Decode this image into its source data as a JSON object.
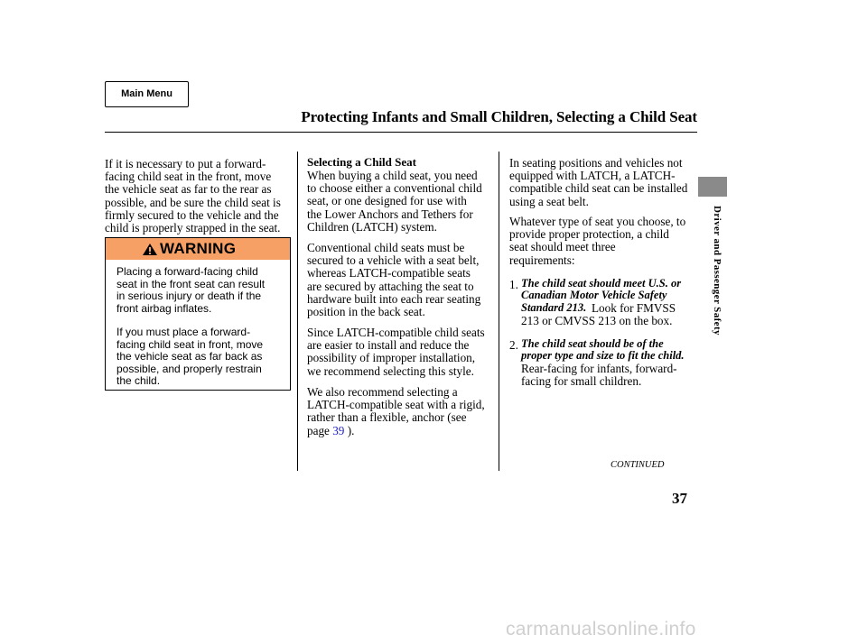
{
  "nav": {
    "main_menu_label": "Main Menu"
  },
  "header": {
    "title": "Protecting Infants and Small Children, Selecting a Child Seat"
  },
  "left_column": {
    "intro": "If it is necessary to put a forward-\nfacing child seat in the front, move\nthe vehicle seat as far to the rear as\npossible, and be sure the child seat is\nfirmly secured to the vehicle and the\nchild is properly strapped in the seat.",
    "warning": {
      "label": "WARNING",
      "paragraph1": "Placing a forward-facing child\nseat in the front seat can result\nin serious injury or death if the\nfront airbag inflates.",
      "paragraph2": "If you must place a forward-\nfacing child seat in front, move\nthe vehicle seat as far back as\npossible, and properly restrain\nthe child."
    }
  },
  "middle_column": {
    "heading": "Selecting a Child Seat",
    "para1": "When buying a child seat, you need\nto choose either a conventional child\nseat, or one designed for use with\nthe Lower Anchors and Tethers for\nChildren (LATCH) system.",
    "para2": "Conventional child seats must be\nsecured to a vehicle with a seat belt,\nwhereas LATCH-compatible seats\nare secured by attaching the seat to\nhardware built into each rear seating\nposition in the back seat.",
    "para3": "Since LATCH-compatible child seats\nare easier to install and reduce the\npossibility of improper installation,\nwe recommend selecting this style.",
    "para4_prefix": "We also recommend selecting a\nLATCH-compatible seat with a rigid,\nrather than a flexible, anchor (see\npage ",
    "para4_link": "39",
    "para4_suffix": " )."
  },
  "right_column": {
    "para1": "In seating positions and vehicles not\nequipped with LATCH, a LATCH-\ncompatible child seat can be installed\nusing a seat belt.",
    "para2": "Whatever type of seat you choose, to\nprovide proper protection, a child\nseat should meet three\nrequirements:",
    "req1_num": "1.",
    "req1_title": "The child seat should meet U.S. or\nCanadian Motor Vehicle Safety\nStandard 213.",
    "req1_text_inline": " Look for FMVSS",
    "req1_text_rest": "213 or CMVSS 213 on the box.",
    "req2_num": "2.",
    "req2_title": "The child seat should be of the\nproper type and size to fit the child.",
    "req2_text": "Rear-facing for infants, forward-\nfacing for small children."
  },
  "footer": {
    "continued": "CONTINUED",
    "page_number": "37",
    "side_label": "Driver and Passenger Safety",
    "watermark": "carmanualsonline.info"
  },
  "colors": {
    "warning_banner": "#f7a066",
    "side_tab": "#8a8a8a",
    "link": "#2222cc"
  }
}
